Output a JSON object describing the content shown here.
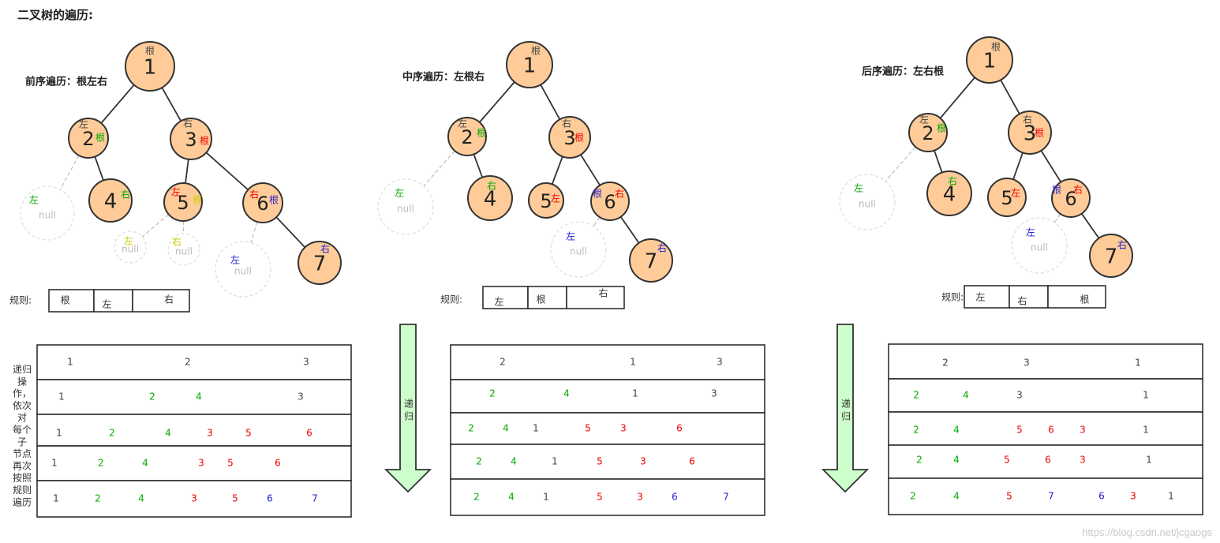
{
  "page_title": "二叉树的遍历:",
  "watermark": "https://blog.csdn.net/jcgaogs",
  "colors": {
    "node_fill": "#ffcc99",
    "node_stroke": "#333333",
    "arrow_fill": "#ccffcc",
    "black": "#444444",
    "green": "#00aa00",
    "red": "#ee0000",
    "blue": "#2222cc",
    "yellow": "#cccc00",
    "gray": "#aaaaaa"
  },
  "rule_label": "规则:",
  "side_note": "递归操作，依次对每个子节点再次按照规则遍历",
  "arrow_label": "递归",
  "null_text": "null",
  "panels": [
    {
      "heading": "前序遍历：根左右",
      "rule": [
        "根",
        "左",
        "右"
      ],
      "nodes": [
        {
          "v": "1",
          "tags": [
            {
              "t": "根",
              "c": "black"
            }
          ]
        },
        {
          "v": "2",
          "tags": [
            {
              "t": "左",
              "c": "black"
            },
            {
              "t": "根",
              "c": "green"
            }
          ]
        },
        {
          "v": "3",
          "tags": [
            {
              "t": "右",
              "c": "black"
            },
            {
              "t": "根",
              "c": "red"
            }
          ]
        },
        {
          "v": "4",
          "tags": [
            {
              "t": "右",
              "c": "green"
            }
          ]
        },
        {
          "v": "5",
          "tags": [
            {
              "t": "左",
              "c": "red"
            },
            {
              "t": "根",
              "c": "yellow"
            }
          ]
        },
        {
          "v": "6",
          "tags": [
            {
              "t": "右",
              "c": "red"
            },
            {
              "t": "根",
              "c": "blue"
            }
          ]
        },
        {
          "v": "7",
          "tags": [
            {
              "t": "右",
              "c": "blue"
            }
          ]
        }
      ],
      "nulls": [
        {
          "t": "左",
          "c": "green"
        },
        {
          "t": "左",
          "c": "yellow"
        },
        {
          "t": "右",
          "c": "yellow"
        },
        {
          "t": "左",
          "c": "blue"
        }
      ],
      "rows": [
        [
          {
            "v": "1",
            "c": "black"
          },
          {
            "v": "2",
            "c": "black"
          },
          {
            "v": "3",
            "c": "black"
          }
        ],
        [
          {
            "v": "1",
            "c": "black"
          },
          {
            "v": "2",
            "c": "green"
          },
          {
            "v": "4",
            "c": "green"
          },
          {
            "v": "3",
            "c": "black"
          }
        ],
        [
          {
            "v": "1",
            "c": "black"
          },
          {
            "v": "2",
            "c": "green"
          },
          {
            "v": "4",
            "c": "green"
          },
          {
            "v": "3",
            "c": "red"
          },
          {
            "v": "5",
            "c": "red"
          },
          {
            "v": "6",
            "c": "red"
          }
        ],
        [
          {
            "v": "1",
            "c": "black"
          },
          {
            "v": "2",
            "c": "green"
          },
          {
            "v": "4",
            "c": "green"
          },
          {
            "v": "3",
            "c": "red"
          },
          {
            "v": "5",
            "c": "red"
          },
          {
            "v": "6",
            "c": "red"
          }
        ],
        [
          {
            "v": "1",
            "c": "black"
          },
          {
            "v": "2",
            "c": "green"
          },
          {
            "v": "4",
            "c": "green"
          },
          {
            "v": "3",
            "c": "red"
          },
          {
            "v": "5",
            "c": "red"
          },
          {
            "v": "6",
            "c": "blue"
          },
          {
            "v": "7",
            "c": "blue"
          }
        ]
      ]
    },
    {
      "heading": "中序遍历：左根右",
      "rule": [
        "左",
        "根",
        "右"
      ],
      "nodes": [
        {
          "v": "1",
          "tags": [
            {
              "t": "根",
              "c": "black"
            }
          ]
        },
        {
          "v": "2",
          "tags": [
            {
              "t": "左",
              "c": "black"
            },
            {
              "t": "根",
              "c": "green"
            }
          ]
        },
        {
          "v": "3",
          "tags": [
            {
              "t": "右",
              "c": "black"
            },
            {
              "t": "根",
              "c": "red"
            }
          ]
        },
        {
          "v": "4",
          "tags": [
            {
              "t": "右",
              "c": "green"
            }
          ]
        },
        {
          "v": "5",
          "tags": [
            {
              "t": "左",
              "c": "red"
            }
          ]
        },
        {
          "v": "6",
          "tags": [
            {
              "t": "根",
              "c": "blue"
            },
            {
              "t": "右",
              "c": "red"
            }
          ]
        },
        {
          "v": "7",
          "tags": [
            {
              "t": "右",
              "c": "blue"
            }
          ]
        }
      ],
      "nulls": [
        {
          "t": "左",
          "c": "green"
        },
        {
          "t": "左",
          "c": "blue"
        }
      ],
      "rows": [
        [
          {
            "v": "2",
            "c": "black"
          },
          {
            "v": "1",
            "c": "black"
          },
          {
            "v": "3",
            "c": "black"
          }
        ],
        [
          {
            "v": "2",
            "c": "green"
          },
          {
            "v": "4",
            "c": "green"
          },
          {
            "v": "1",
            "c": "black"
          },
          {
            "v": "3",
            "c": "black"
          }
        ],
        [
          {
            "v": "2",
            "c": "green"
          },
          {
            "v": "4",
            "c": "green"
          },
          {
            "v": "1",
            "c": "black"
          },
          {
            "v": "5",
            "c": "red"
          },
          {
            "v": "3",
            "c": "red"
          },
          {
            "v": "6",
            "c": "red"
          }
        ],
        [
          {
            "v": "2",
            "c": "green"
          },
          {
            "v": "4",
            "c": "green"
          },
          {
            "v": "1",
            "c": "black"
          },
          {
            "v": "5",
            "c": "red"
          },
          {
            "v": "3",
            "c": "red"
          },
          {
            "v": "6",
            "c": "red"
          }
        ],
        [
          {
            "v": "2",
            "c": "green"
          },
          {
            "v": "4",
            "c": "green"
          },
          {
            "v": "1",
            "c": "black"
          },
          {
            "v": "5",
            "c": "red"
          },
          {
            "v": "3",
            "c": "red"
          },
          {
            "v": "6",
            "c": "blue"
          },
          {
            "v": "7",
            "c": "blue"
          }
        ]
      ]
    },
    {
      "heading": "后序遍历：左右根",
      "rule": [
        "左",
        "右",
        "根"
      ],
      "nodes": [
        {
          "v": "1",
          "tags": [
            {
              "t": "根",
              "c": "black"
            }
          ]
        },
        {
          "v": "2",
          "tags": [
            {
              "t": "左",
              "c": "black"
            },
            {
              "t": "根",
              "c": "green"
            }
          ]
        },
        {
          "v": "3",
          "tags": [
            {
              "t": "右",
              "c": "black"
            },
            {
              "t": "根",
              "c": "red"
            }
          ]
        },
        {
          "v": "4",
          "tags": [
            {
              "t": "右",
              "c": "green"
            }
          ]
        },
        {
          "v": "5",
          "tags": [
            {
              "t": "左",
              "c": "red"
            }
          ]
        },
        {
          "v": "6",
          "tags": [
            {
              "t": "根",
              "c": "blue"
            },
            {
              "t": "右",
              "c": "red"
            }
          ]
        },
        {
          "v": "7",
          "tags": [
            {
              "t": "右",
              "c": "blue"
            }
          ]
        }
      ],
      "nulls": [
        {
          "t": "左",
          "c": "green"
        },
        {
          "t": "左",
          "c": "blue"
        }
      ],
      "rows": [
        [
          {
            "v": "2",
            "c": "black"
          },
          {
            "v": "3",
            "c": "black"
          },
          {
            "v": "1",
            "c": "black"
          }
        ],
        [
          {
            "v": "2",
            "c": "green"
          },
          {
            "v": "4",
            "c": "green"
          },
          {
            "v": "3",
            "c": "black"
          },
          {
            "v": "1",
            "c": "black"
          }
        ],
        [
          {
            "v": "2",
            "c": "green"
          },
          {
            "v": "4",
            "c": "green"
          },
          {
            "v": "5",
            "c": "red"
          },
          {
            "v": "6",
            "c": "red"
          },
          {
            "v": "3",
            "c": "red"
          },
          {
            "v": "1",
            "c": "black"
          }
        ],
        [
          {
            "v": "2",
            "c": "green"
          },
          {
            "v": "4",
            "c": "green"
          },
          {
            "v": "5",
            "c": "red"
          },
          {
            "v": "6",
            "c": "red"
          },
          {
            "v": "3",
            "c": "red"
          },
          {
            "v": "1",
            "c": "black"
          }
        ],
        [
          {
            "v": "2",
            "c": "green"
          },
          {
            "v": "4",
            "c": "green"
          },
          {
            "v": "5",
            "c": "red"
          },
          {
            "v": "7",
            "c": "blue"
          },
          {
            "v": "6",
            "c": "blue"
          },
          {
            "v": "3",
            "c": "red"
          },
          {
            "v": "1",
            "c": "black"
          }
        ]
      ]
    }
  ]
}
